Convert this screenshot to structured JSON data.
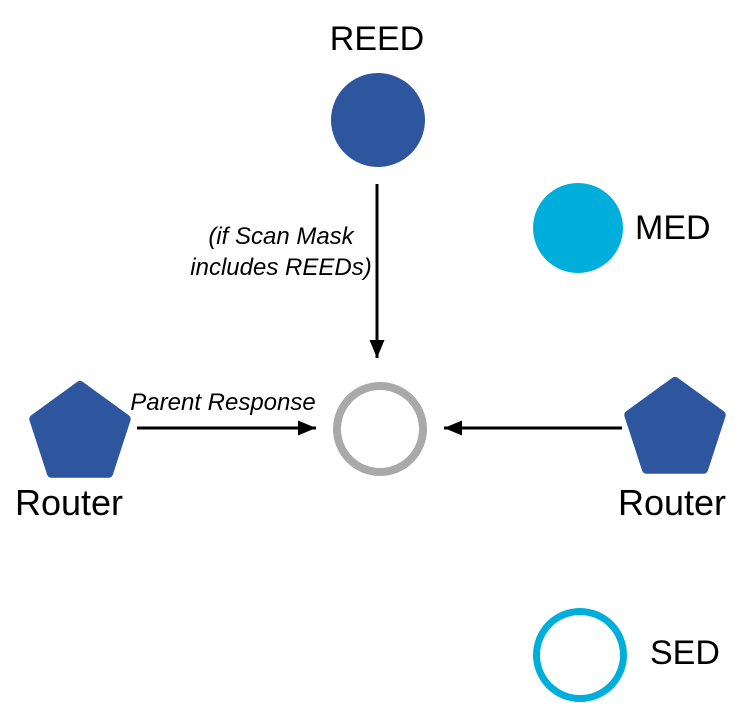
{
  "nodes": {
    "reed": {
      "label": "REED",
      "shape": "circle",
      "fill": "#2E569E"
    },
    "med": {
      "label": "MED",
      "shape": "circle",
      "fill": "#00AEDB"
    },
    "joiner": {
      "label": "",
      "shape": "circle-outline",
      "stroke": "#A9A9A9"
    },
    "router_left": {
      "label": "Router",
      "shape": "pentagon",
      "fill": "#2E569E"
    },
    "router_right": {
      "label": "Router",
      "shape": "pentagon",
      "fill": "#2E569E"
    },
    "sed": {
      "label": "SED",
      "shape": "circle-outline",
      "stroke": "#00AEDB"
    }
  },
  "annotations": {
    "scan_mask_note_line1": "(if Scan Mask",
    "scan_mask_note_line2": "includes REEDs)",
    "parent_response": "Parent Response"
  },
  "arrows": [
    {
      "from": "reed",
      "to": "joiner",
      "direction": "down",
      "note": "(if Scan Mask includes REEDs)"
    },
    {
      "from": "router_left",
      "to": "joiner",
      "direction": "right",
      "label": "Parent Response"
    },
    {
      "from": "router_right",
      "to": "joiner",
      "direction": "left"
    }
  ],
  "colors": {
    "dark_blue": "#2E569E",
    "cyan": "#00AEDB",
    "gray": "#A9A9A9",
    "arrow_black": "#000000",
    "background": "#FFFFFF"
  }
}
